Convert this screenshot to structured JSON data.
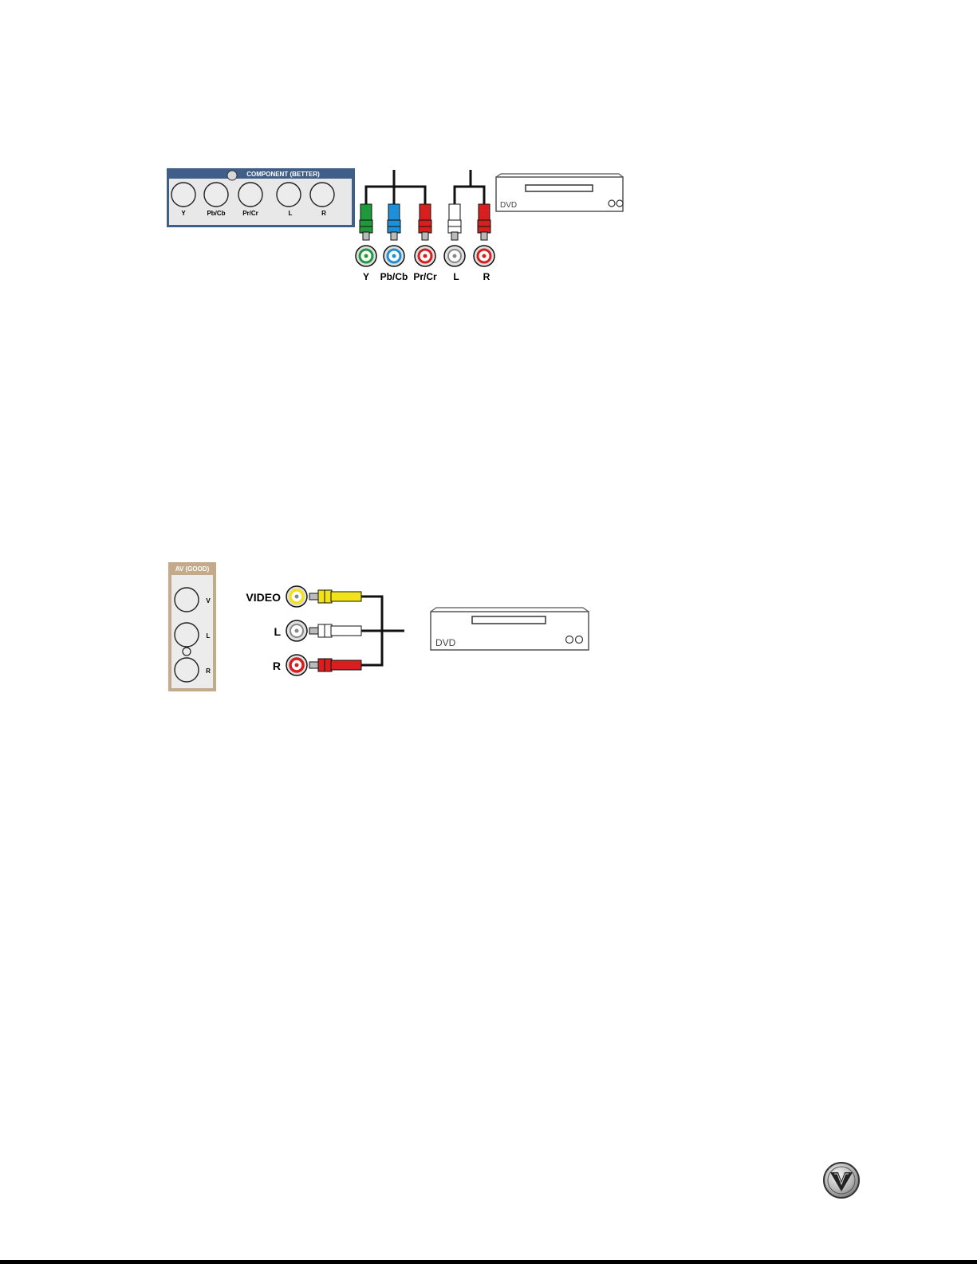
{
  "component_diagram": {
    "panel_title": "COMPONENT (BETTER)",
    "panel_ports": [
      "Y",
      "Pb/Cb",
      "Pr/Cr",
      "L",
      "R"
    ],
    "cable_labels": [
      "Y",
      "Pb/Cb",
      "Pr/Cr",
      "L",
      "R"
    ],
    "device_label": "DVD",
    "colors": {
      "panel": "#3f5f88",
      "green": "#1e9a3c",
      "blue": "#1e90d8",
      "red": "#d81e1e",
      "white": "#ffffff"
    }
  },
  "av_diagram": {
    "panel_title": "AV (GOOD)",
    "panel_ports": [
      "V",
      "L",
      "R"
    ],
    "cable_labels": [
      "VIDEO",
      "L",
      "R"
    ],
    "device_label": "DVD",
    "colors": {
      "panel": "#c4a98a",
      "yellow": "#f2e21a",
      "white": "#ffffff",
      "red": "#d81e1e"
    }
  },
  "logo": {
    "letter": "V"
  }
}
